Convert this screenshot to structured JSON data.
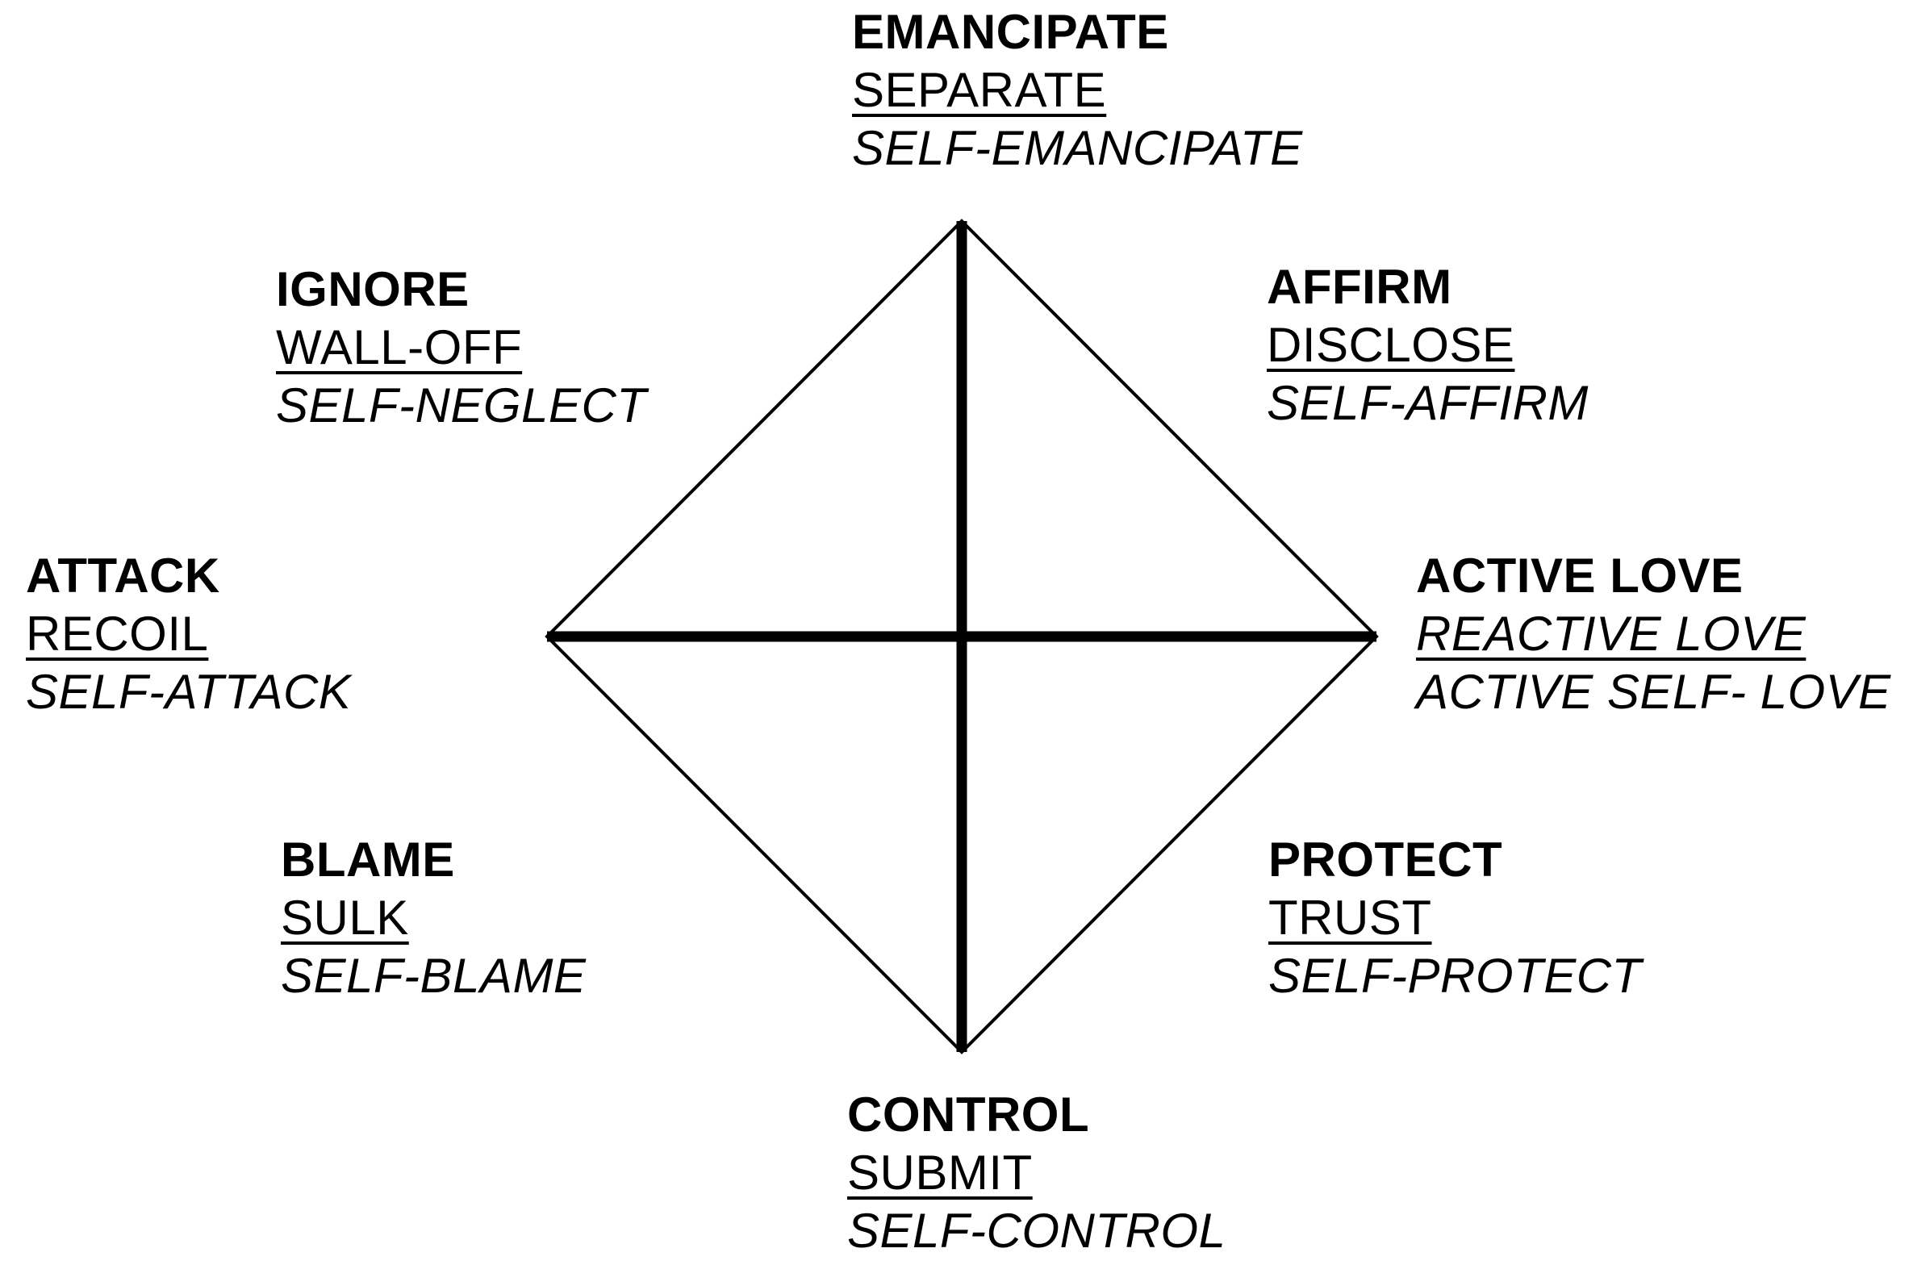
{
  "diagram": {
    "type": "diamond-axis-model",
    "background_color": "#ffffff",
    "line_color": "#000000",
    "text_color": "#000000",
    "shapes": {
      "diamond_outline": "thin diamond connecting the four axis endpoints",
      "vertical_axis": "thick vertical line from top vertex to bottom vertex",
      "horizontal_axis": "thick horizontal line from left vertex to right vertex"
    },
    "nodes": [
      {
        "id": "top",
        "primary": "EMANCIPATE",
        "secondary": "SEPARATE",
        "introject": "SELF-EMANCIPATE"
      },
      {
        "id": "top-right",
        "primary": "AFFIRM",
        "secondary": "DISCLOSE",
        "introject": "SELF-AFFIRM"
      },
      {
        "id": "right",
        "primary": "ACTIVE LOVE",
        "secondary": "REACTIVE LOVE",
        "introject": "ACTIVE SELF- LOVE"
      },
      {
        "id": "bottom-right",
        "primary": "PROTECT",
        "secondary": "TRUST",
        "introject": "SELF-PROTECT"
      },
      {
        "id": "bottom",
        "primary": "CONTROL",
        "secondary": "SUBMIT",
        "introject": "SELF-CONTROL"
      },
      {
        "id": "bottom-left",
        "primary": "BLAME",
        "secondary": "SULK",
        "introject": "SELF-BLAME"
      },
      {
        "id": "left",
        "primary": "ATTACK",
        "secondary": "RECOIL",
        "introject": "SELF-ATTACK"
      },
      {
        "id": "top-left",
        "primary": "IGNORE",
        "secondary": "WALL-OFF",
        "introject": "SELF-NEGLECT"
      }
    ]
  }
}
